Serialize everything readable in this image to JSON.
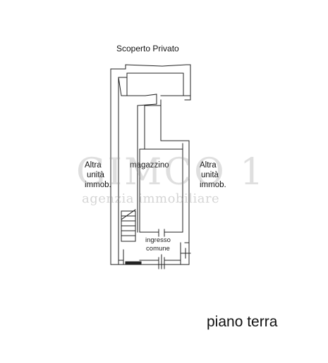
{
  "labels": {
    "outdoor": "Scoperto Privato",
    "left_unit": [
      "Altra",
      "unità",
      "immob."
    ],
    "room": "magazzino",
    "right_unit": [
      "Altra",
      "unità",
      "immob."
    ],
    "entrance": [
      "ingresso",
      "comune"
    ],
    "floor": "piano terra"
  },
  "watermark": {
    "line1": "GIMCO 1",
    "line2": "agenzia immobiliare"
  },
  "colors": {
    "wall": "#222222",
    "text": "#111111",
    "watermark": "#969696"
  }
}
